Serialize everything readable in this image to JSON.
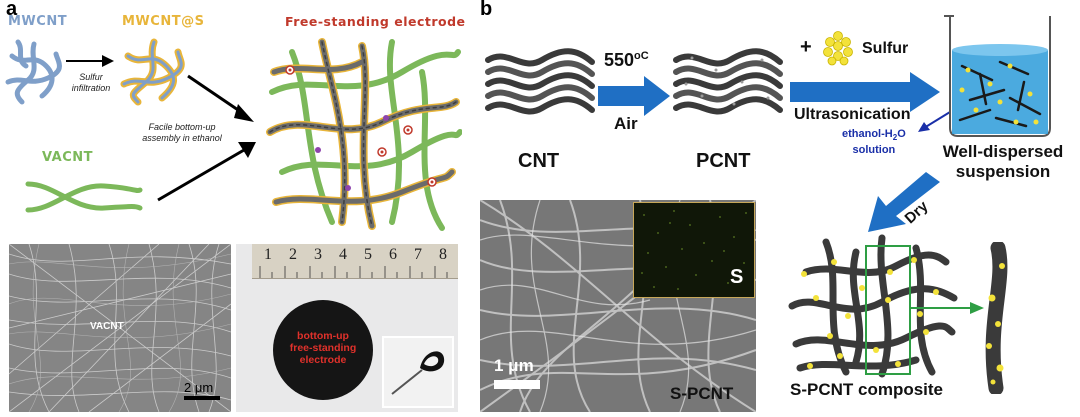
{
  "panel_a": {
    "letter": "a",
    "mwcnt": "MWCNT",
    "mwcnt_s": "MWCNT@S",
    "sulfur_infiltration": [
      "Sulfur",
      "infiltration"
    ],
    "assembly": [
      "Facile bottom-up",
      "assembly in ethanol"
    ],
    "vacnt": "VACNT",
    "electrode_title": "Free-standing electrode",
    "sem_label": "VACNT",
    "scale_bar": "2 μm",
    "ruler_ticks": [
      "1",
      "2",
      "3",
      "4",
      "5",
      "6",
      "7",
      "8"
    ],
    "disc_text": [
      "bottom-up",
      "free-standing",
      "electrode"
    ]
  },
  "panel_b": {
    "letter": "b",
    "cnt": "CNT",
    "temp": "550",
    "temp_unit": "oC",
    "air": "Air",
    "pcnt": "PCNT",
    "plus": "+",
    "sulfur": "Sulfur",
    "ultrasonication": "Ultrasonication",
    "solvent": "ethanol-H",
    "solvent_sub": "2",
    "solvent_end": "O",
    "solution": "solution",
    "suspension": [
      "Well-dispersed",
      "suspension"
    ],
    "dry": "Dry",
    "inset_s": "S",
    "scale_bar": "1 μm",
    "sem_label": "S-PCNT",
    "composite": "S-PCNT composite"
  },
  "colors": {
    "mwcnt": "#7f9fc9",
    "mwcnt_s": "#e8b53a",
    "vacnt": "#7cb85a",
    "electrode_title": "#c0392b",
    "arrow_blue": "#1f6fc4",
    "green_box": "#2e9e44",
    "sulfur_yellow": "#f3e23a"
  }
}
